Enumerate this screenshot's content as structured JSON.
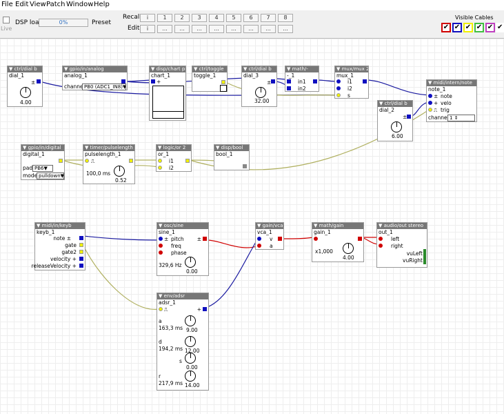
{
  "menu": [
    "File",
    "Edit",
    "View",
    "Patch",
    "Window",
    "Help"
  ],
  "toolbar": {
    "live": "Live",
    "dsp_label": "DSP load",
    "dsp_value": "0%",
    "preset": "Preset",
    "recall": "Recall",
    "edit": "Edit",
    "preset_nums": [
      "i",
      "1",
      "2",
      "3",
      "4",
      "5",
      "6",
      "7",
      "8"
    ],
    "edit_cells": [
      "i",
      "...",
      "...",
      "...",
      "...",
      "...",
      "...",
      "...",
      "..."
    ],
    "visible_cables": "Visible Cables",
    "cable_colors": [
      "#d00000",
      "#1010c0",
      "#f0f000",
      "#40c040",
      "#c040c0",
      "#ffffff"
    ],
    "cable_check": "✔"
  },
  "objects": {
    "dial1": {
      "type": "ctrl/dial b",
      "name": "dial_1",
      "sym": "±",
      "value": "4.00"
    },
    "analog1": {
      "type": "gpio/in/analog",
      "name": "analog_1",
      "channel_label": "channel",
      "channel_value": "PB0 (ADC1_IN8)"
    },
    "chart1": {
      "type": "disp/chart p",
      "name": "chart_1",
      "inlet": "+"
    },
    "toggle1": {
      "type": "ctrl/toggle",
      "name": "toggle_1"
    },
    "dial3": {
      "type": "ctrl/dial b",
      "name": "dial_3",
      "sym": "±",
      "value": "32.00"
    },
    "minus1": {
      "type": "math/-",
      "name": "-_1",
      "in1": "in1",
      "in2": "in2"
    },
    "mux1": {
      "type": "mux/mux 2",
      "name": "mux_1",
      "i1": "i1",
      "i2": "i2",
      "s": "s"
    },
    "note1": {
      "type": "midi/intern/note",
      "name": "note_1",
      "note": "note",
      "velo": "velo",
      "trig": "trig",
      "note_sym": "±",
      "velo_sym": "+",
      "channel_label": "channel",
      "channel_value": "1"
    },
    "dial2": {
      "type": "ctrl/dial b",
      "name": "dial_2",
      "sym": "±",
      "value": "6.00"
    },
    "digital1": {
      "type": "gpio/in/digital",
      "name": "digital_1",
      "pad_label": "pad",
      "pad_value": "PB6",
      "mode_label": "mode",
      "mode_value": "pulldown"
    },
    "pulselength1": {
      "type": "timer/pulselength",
      "name": "pulselength_1",
      "value": "100,0 ms",
      "knob_value": "0.52"
    },
    "or1": {
      "type": "logic/or 2",
      "name": "or_1",
      "i1": "i1",
      "i2": "i2"
    },
    "bool1": {
      "type": "disp/bool",
      "name": "bool_1"
    },
    "keyb1": {
      "type": "midi/in/keyb",
      "name": "keyb_1",
      "outs": [
        "note",
        "gate",
        "gate2",
        "velocity",
        "releaseVelocity"
      ],
      "note_sym": "±",
      "velocity_sym": "+",
      "release_sym": "+"
    },
    "sine1": {
      "type": "osc/sine",
      "name": "sine_1",
      "pitch": "pitch",
      "freq": "freq",
      "phase": "phase",
      "pitch_sym": "±",
      "out_sym": "±",
      "hz": "329,6 Hz",
      "knob_value": "0.00"
    },
    "vca1": {
      "type": "gain/vca",
      "name": "vca_1",
      "v": "v",
      "a": "a"
    },
    "gain1": {
      "type": "math/gain",
      "name": "gain_1",
      "value": "x1,000",
      "knob_value": "4.00"
    },
    "out1": {
      "type": "audio/out stereo",
      "name": "out_1",
      "left": "left",
      "right": "right",
      "vul": "vuLeft",
      "vur": "vuRight"
    },
    "adsr1": {
      "type": "env/adsr",
      "name": "adsr_1",
      "out_sym": "+",
      "a_label": "a",
      "a_value": "163,3 ms",
      "a_knob": "9.00",
      "d_label": "d",
      "d_value": "194,2 ms",
      "d_knob": "12.00",
      "s_label": "s",
      "s_knob": "0.00",
      "r_label": "r",
      "r_value": "217,9 ms",
      "r_knob": "14.00"
    }
  }
}
